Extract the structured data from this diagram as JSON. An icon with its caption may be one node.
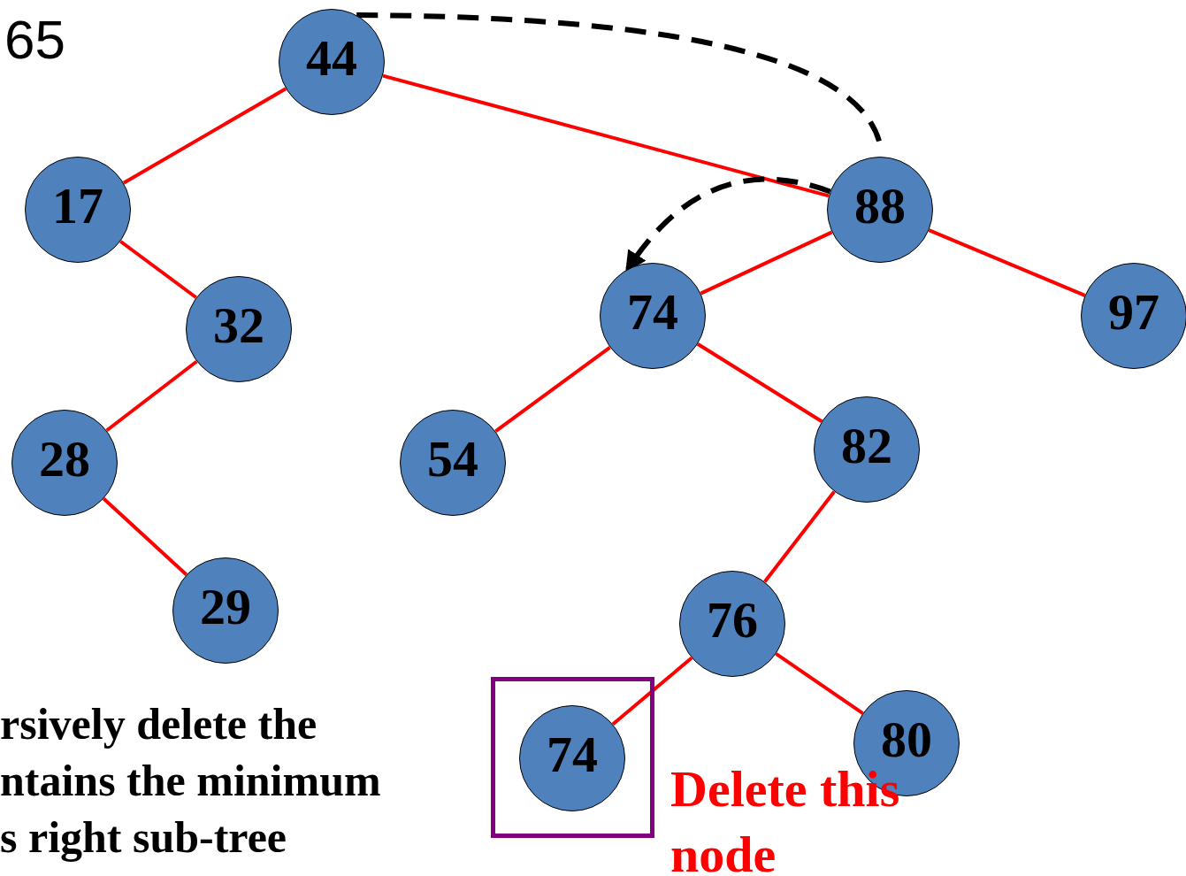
{
  "diagram": {
    "nodes": [
      {
        "text": [
          "44"
        ]
      },
      {
        "text": [
          "17"
        ]
      },
      {
        "text": [
          "32"
        ]
      },
      {
        "text": [
          "28"
        ]
      },
      {
        "text": [
          "29"
        ]
      },
      {
        "text": [
          "88"
        ]
      },
      {
        "text": [
          "74"
        ]
      },
      {
        "text": [
          "97"
        ]
      },
      {
        "text": [
          "54"
        ]
      },
      {
        "text": [
          "82"
        ]
      },
      {
        "text": [
          "76"
        ]
      },
      {
        "text": [],
        "shape": "box"
      },
      {
        "text": [
          "74"
        ],
        "in": 11
      },
      {
        "text": [
          "80"
        ]
      }
    ],
    "edges": [
      {
        "from": 0,
        "to": 1,
        "arrow": "none"
      },
      {
        "from": 1,
        "to": 2,
        "arrow": "none"
      },
      {
        "from": 2,
        "to": 3,
        "arrow": "none"
      },
      {
        "from": 3,
        "to": 4,
        "arrow": "none"
      },
      {
        "from": 0,
        "to": 5,
        "arrow": "none"
      },
      {
        "from": 5,
        "to": 6,
        "arrow": "none"
      },
      {
        "from": 5,
        "to": 7,
        "arrow": "none"
      },
      {
        "from": 6,
        "to": 8,
        "arrow": "none"
      },
      {
        "from": 6,
        "to": 9,
        "arrow": "none"
      },
      {
        "from": 9,
        "to": 10,
        "arrow": "none"
      },
      {
        "from": 10,
        "to": 12,
        "arrow": "none"
      },
      {
        "from": 10,
        "to": 13,
        "arrow": "none"
      },
      {
        "from": 0,
        "to": 5,
        "arrow": "none",
        "style": "dashed",
        "color": "#000000"
      },
      {
        "from": 5,
        "to": 6,
        "arrow": "to",
        "style": "dashed",
        "color": "#000000"
      }
    ],
    "labels": [
      "65",
      "rsively delete the ntains the minimum s right sub-tree",
      "Delete this node"
    ]
  }
}
